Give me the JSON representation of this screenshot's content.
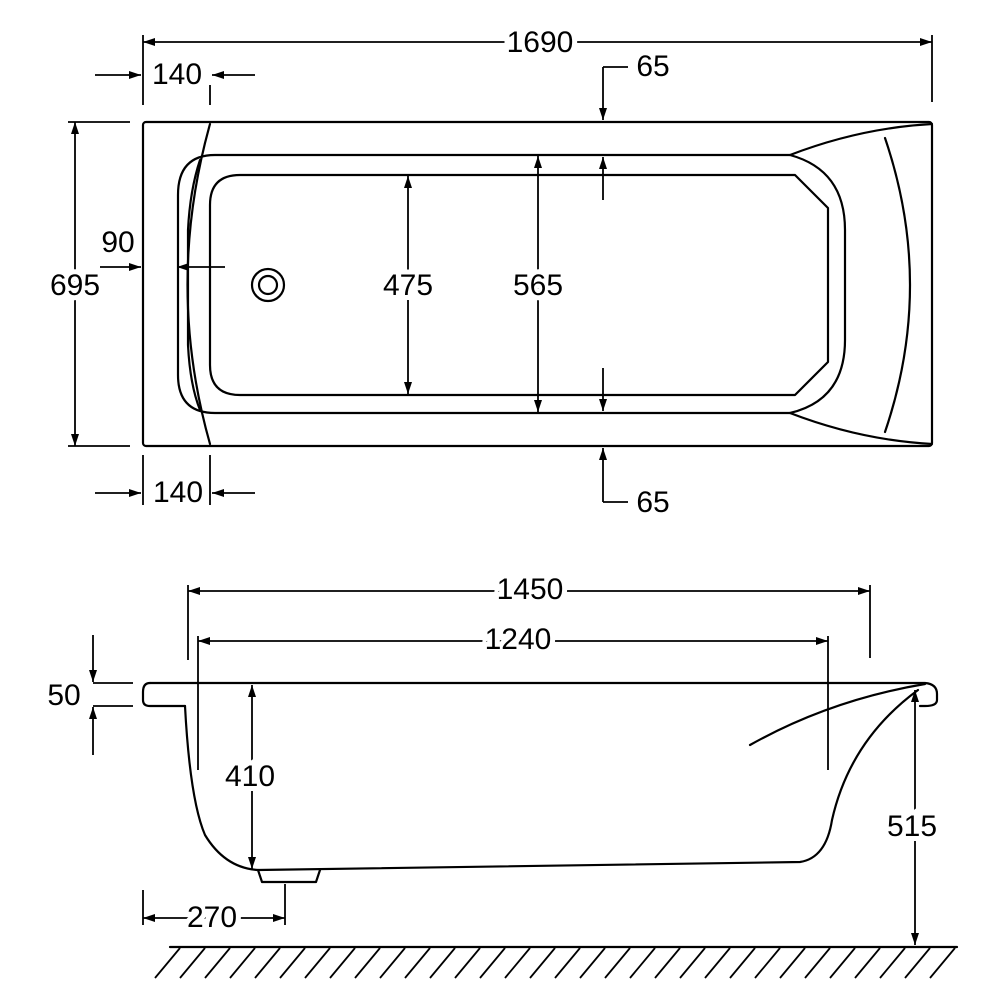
{
  "top_view": {
    "overall_length": "1690",
    "end_offset_top": "140",
    "end_offset_bottom": "140",
    "rim_width_top": "65",
    "rim_width_bottom": "65",
    "overall_width": "695",
    "head_rim": "90",
    "basin_floor_width": "475",
    "basin_top_width": "565"
  },
  "side_view": {
    "rim_length": "1450",
    "basin_floor_length": "1240",
    "rim_thickness": "50",
    "basin_depth": "410",
    "overall_height": "515",
    "drain_offset": "270"
  }
}
